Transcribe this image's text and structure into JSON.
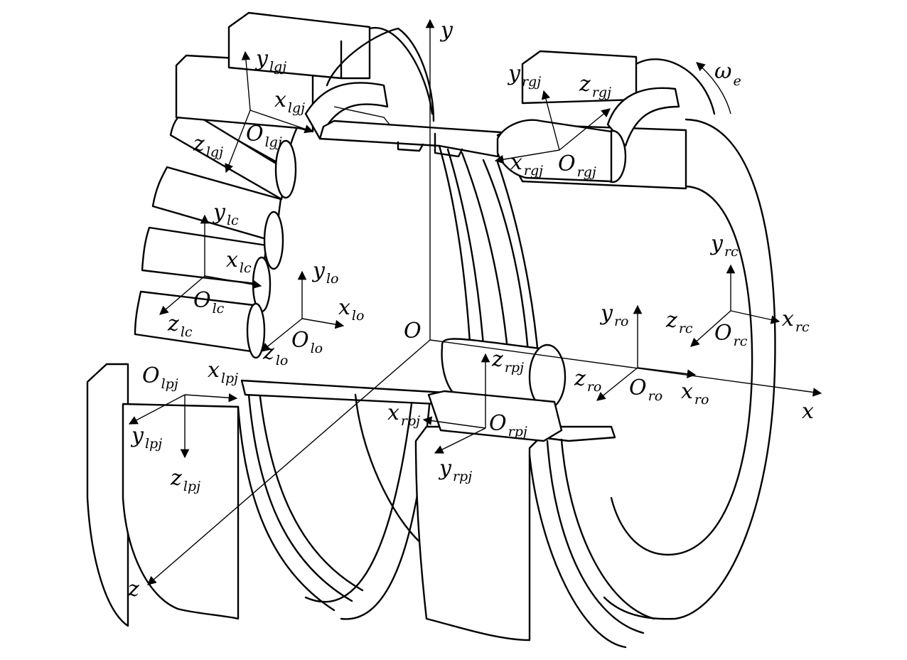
{
  "frames": [
    {
      "id": "global",
      "origin": {
        "main": "O"
      },
      "axes": [
        {
          "main": "x",
          "sub": ""
        },
        {
          "main": "y",
          "sub": ""
        },
        {
          "main": "z",
          "sub": ""
        }
      ]
    },
    {
      "id": "lo",
      "origin": {
        "main": "O",
        "sub": "lo"
      },
      "axes": [
        {
          "main": "x",
          "sub": "lo"
        },
        {
          "main": "y",
          "sub": "lo"
        },
        {
          "main": "z",
          "sub": "lo"
        }
      ]
    },
    {
      "id": "lc",
      "origin": {
        "main": "O",
        "sub": "lc"
      },
      "axes": [
        {
          "main": "x",
          "sub": "lc"
        },
        {
          "main": "y",
          "sub": "lc"
        },
        {
          "main": "z",
          "sub": "lc"
        }
      ]
    },
    {
      "id": "lgj",
      "origin": {
        "main": "O",
        "sub": "lg",
        "subi": "j"
      },
      "axes": [
        {
          "main": "x",
          "sub": "lg",
          "subi": "j"
        },
        {
          "main": "y",
          "sub": "lg",
          "subi": "j"
        },
        {
          "main": "z",
          "sub": "lg",
          "subi": "j"
        }
      ]
    },
    {
      "id": "lpj",
      "origin": {
        "main": "O",
        "sub": "lp",
        "subi": "j"
      },
      "axes": [
        {
          "main": "x",
          "sub": "lp",
          "subi": "j"
        },
        {
          "main": "y",
          "sub": "lp",
          "subi": "j"
        },
        {
          "main": "z",
          "sub": "lp",
          "subi": "j"
        }
      ]
    },
    {
      "id": "rgj",
      "origin": {
        "main": "O",
        "sub": "rg",
        "subi": "j"
      },
      "axes": [
        {
          "main": "x",
          "sub": "rg",
          "subi": "j"
        },
        {
          "main": "y",
          "sub": "rg",
          "subi": "j"
        },
        {
          "main": "z",
          "sub": "rg",
          "subi": "j"
        }
      ]
    },
    {
      "id": "rc",
      "origin": {
        "main": "O",
        "sub": "rc"
      },
      "axes": [
        {
          "main": "x",
          "sub": "rc"
        },
        {
          "main": "y",
          "sub": "rc"
        },
        {
          "main": "z",
          "sub": "rc"
        }
      ]
    },
    {
      "id": "ro",
      "origin": {
        "main": "O",
        "sub": "ro"
      },
      "axes": [
        {
          "main": "x",
          "sub": "ro"
        },
        {
          "main": "y",
          "sub": "ro"
        },
        {
          "main": "z",
          "sub": "ro"
        }
      ]
    },
    {
      "id": "rpj",
      "origin": {
        "main": "O",
        "sub": "rp",
        "subi": "j"
      },
      "axes": [
        {
          "main": "x",
          "sub": "rp",
          "subi": "j"
        },
        {
          "main": "y",
          "sub": "rp",
          "subi": "j"
        },
        {
          "main": "z",
          "sub": "rp",
          "subi": "j"
        }
      ]
    }
  ],
  "rotation": {
    "main": "ω",
    "sub": "e"
  },
  "colors": {
    "line": "#000000",
    "background": "#ffffff"
  }
}
